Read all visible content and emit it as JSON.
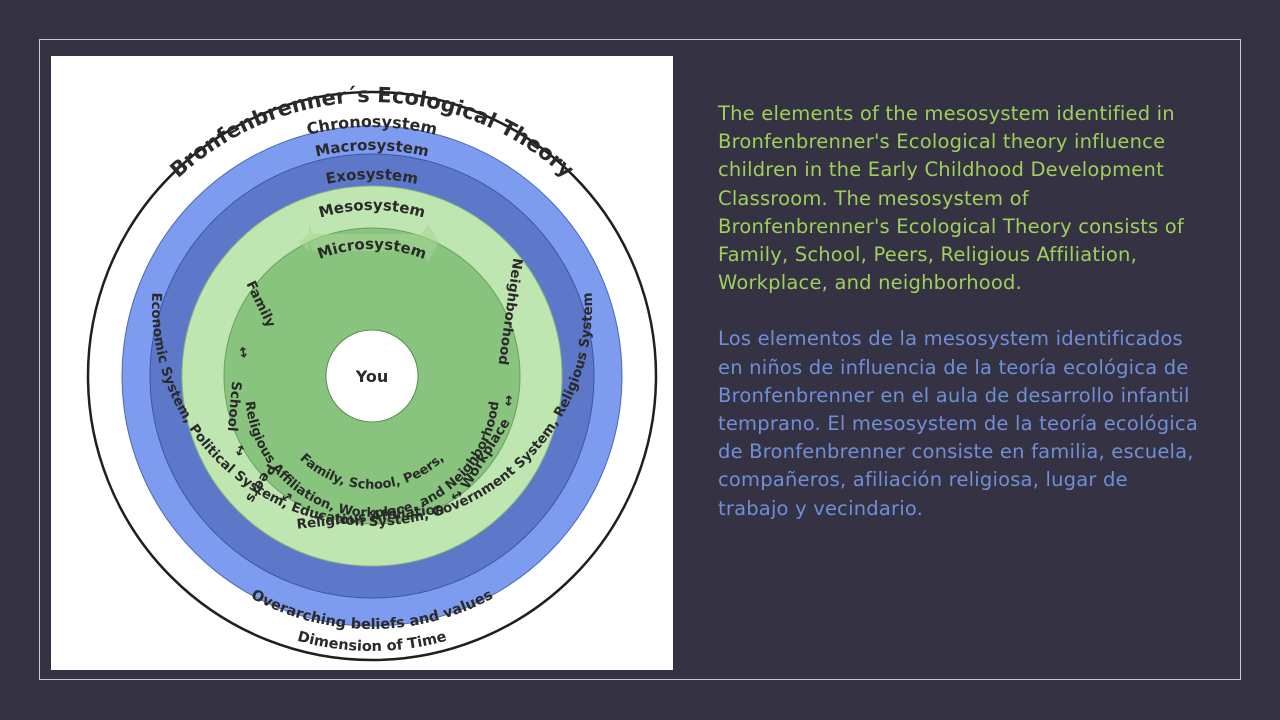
{
  "diagram": {
    "title": "Bronfenbrenner´s Ecological Theory",
    "rings": {
      "chronosystem": "Chronosystem",
      "macrosystem": "Macrosystem",
      "exosystem": "Exosystem",
      "mesosystem": "Mesosystem",
      "microsystem": "Microsystem",
      "center": "You"
    },
    "chronosystem_bottom": "Dimension of Time",
    "macrosystem_bottom": "Overarching beliefs and values",
    "exosystem_arc": "Economic System, Political System, Education System, Government System, Religious System",
    "meso_items": {
      "family": "Family",
      "school": "School",
      "peers": "Peers",
      "religious": "Religious Affiliation",
      "workplace": "Workplace",
      "neighborhood": "Neighborhood"
    },
    "micro_lines": [
      "Religious Affiliation, Workplace, and Neighborhood",
      "Family, School, Peers,"
    ],
    "colors": {
      "outer_ring": "#ffffff",
      "macro": "#7d9cf0",
      "exo": "#5d78c9",
      "meso": "#bfe6b0",
      "micro": "#88c47e",
      "center": "#ffffff"
    }
  },
  "text": {
    "english": "The elements of the mesosystem identified in Bronfenbrenner's Ecological theory influence children in the Early Childhood Development Classroom. The mesosystem of Bronfenbrenner's Ecological Theory consists of Family, School, Peers, Religious Affiliation, Workplace, and neighborhood.",
    "spanish": "Los elementos de la mesosystem identificados en niños de influencia de la teoría ecológica de Bronfenbrenner en el aula de desarrollo infantil temprano. El mesosystem de la teoría ecológica de Bronfenbrenner consiste en familia, escuela, compañeros, afiliación religiosa, lugar de trabajo y vecindario."
  }
}
